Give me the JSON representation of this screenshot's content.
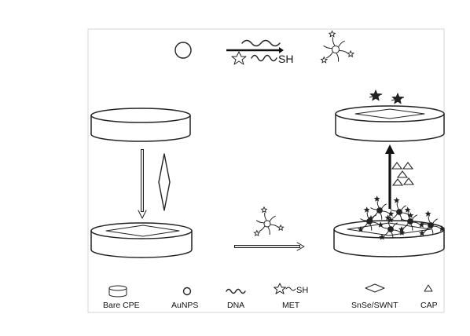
{
  "scheme": {
    "top_labels": {
      "thiol": "SH"
    },
    "legend": {
      "items": [
        {
          "label": "Bare CPE"
        },
        {
          "label": "AuNPS"
        },
        {
          "label": "DNA"
        },
        {
          "label": "MET",
          "thiol": "SH"
        },
        {
          "label": "SnSe/SWNT"
        },
        {
          "label": "CAP"
        }
      ]
    },
    "colors": {
      "stroke": "#222222",
      "background": "#ffffff",
      "frame": "#d6d6d6"
    }
  }
}
